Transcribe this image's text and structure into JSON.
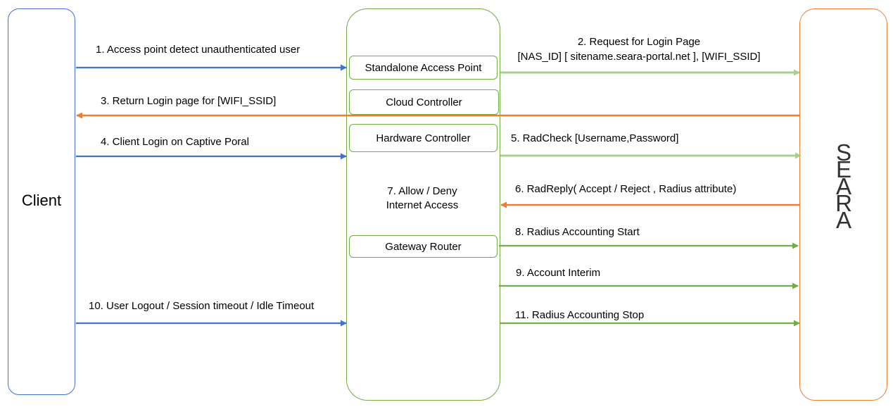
{
  "lanes": {
    "client": "Client",
    "seara_logo": "SEARA"
  },
  "controllers": {
    "standalone": "Standalone Access Point",
    "cloud": "Cloud Controller",
    "hardware": "Hardware Controller",
    "gateway": "Gateway Router",
    "note_line1": "7. Allow / Deny",
    "note_line2": "Internet Access"
  },
  "steps": {
    "s1": "1.  Access point detect unauthenticated user",
    "s2_line1": "2. Request for Login Page",
    "s2_line2": "[NAS_ID] [ sitename.seara-portal.net ], [WIFI_SSID]",
    "s3": "3. Return Login page for [WIFI_SSID]",
    "s4": "4. Client Login on Captive Poral",
    "s5": "5. RadCheck [Username,Password]",
    "s6": "6. RadReply( Accept / Reject , Radius attribute)",
    "s8": "8. Radius Accounting Start",
    "s9": "9. Account Interim",
    "s10": "10.  User Logout / Session timeout / Idle Timeout",
    "s11": "11. Radius Accounting Stop"
  },
  "colors": {
    "blue": "#4472c4",
    "orange": "#ed7d31",
    "light_green": "#a9d18e",
    "green": "#70ad47"
  }
}
